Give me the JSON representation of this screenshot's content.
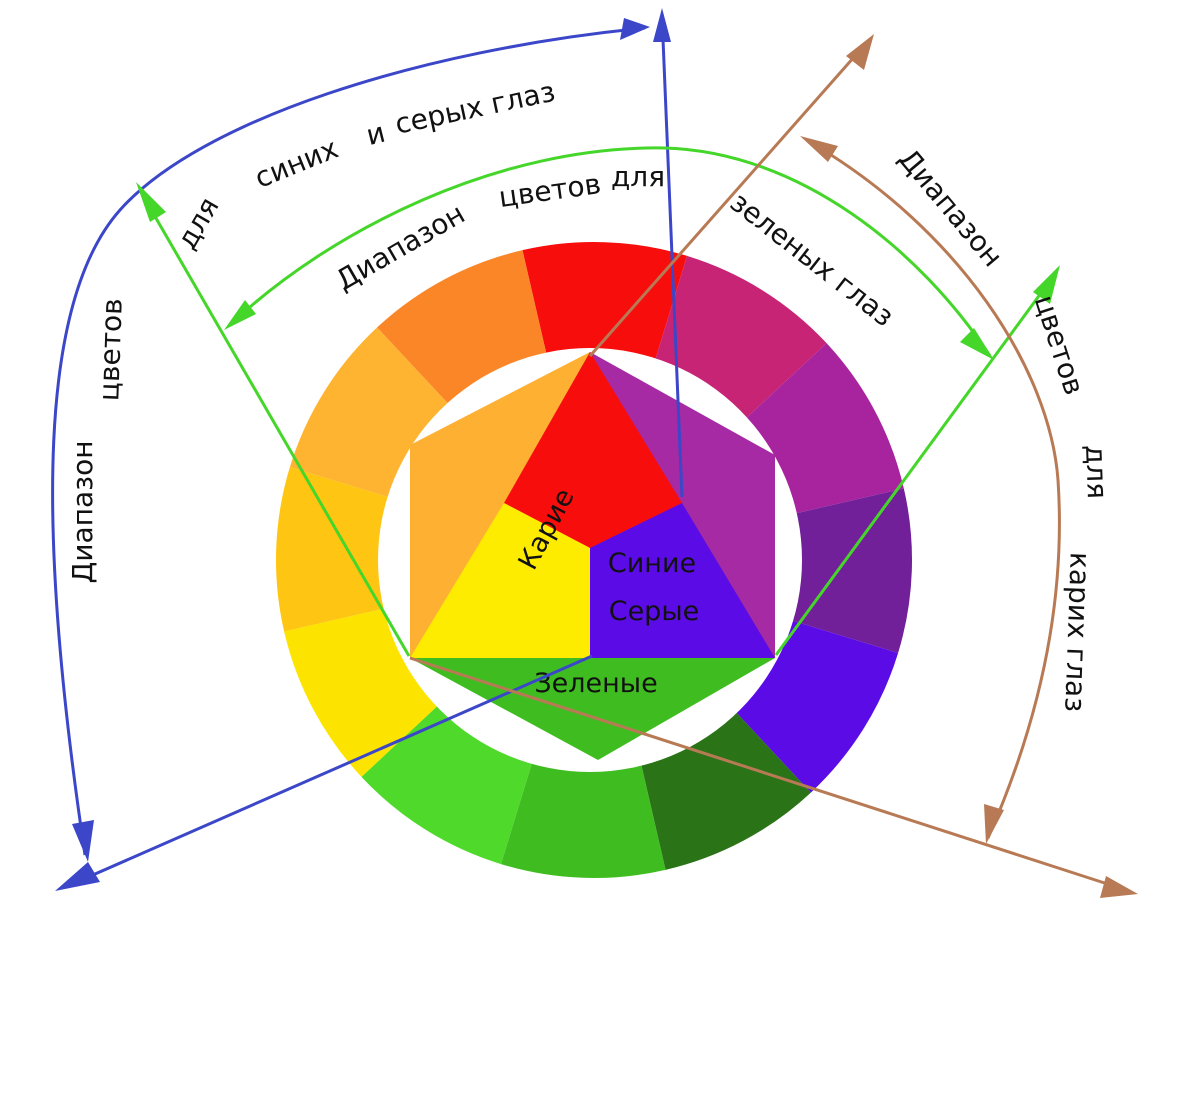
{
  "colors": {
    "blue_arrow": "#3b47c8",
    "green_arrow": "#45d62a",
    "brown_arrow": "#b87a55",
    "ring": [
      "#f80d0d",
      "#c82476",
      "#a8249f",
      "#71209a",
      "#5b0ce6",
      "#2a7317",
      "#3fbd20",
      "#4fd92b",
      "#fde400",
      "#fec512",
      "#feb430",
      "#fb8628"
    ],
    "hex_orange": "#feb032",
    "hex_purple": "#a62aa4",
    "hex_green": "#3fbd20",
    "tri_red": "#f80d0d",
    "tri_yellow": "#fdec00",
    "tri_violet": "#5b0ce6"
  },
  "labels": {
    "karie": "Карие",
    "sinie": "Синие",
    "serye": "Серые",
    "zelenye": "Зеленые"
  },
  "blue_range": {
    "w1": "Диапазон",
    "w2": "цветов",
    "w3": "для",
    "w4": "синих",
    "w5": "и",
    "w6": "серых глаз"
  },
  "green_range": {
    "w1": "Диапазон",
    "w2": "цветов",
    "w3": "для",
    "w4": "зеленых глаз"
  },
  "brown_range": {
    "w1": "Диапазон",
    "w2": "цветов",
    "w3": "для",
    "w4": "карих глаз"
  }
}
